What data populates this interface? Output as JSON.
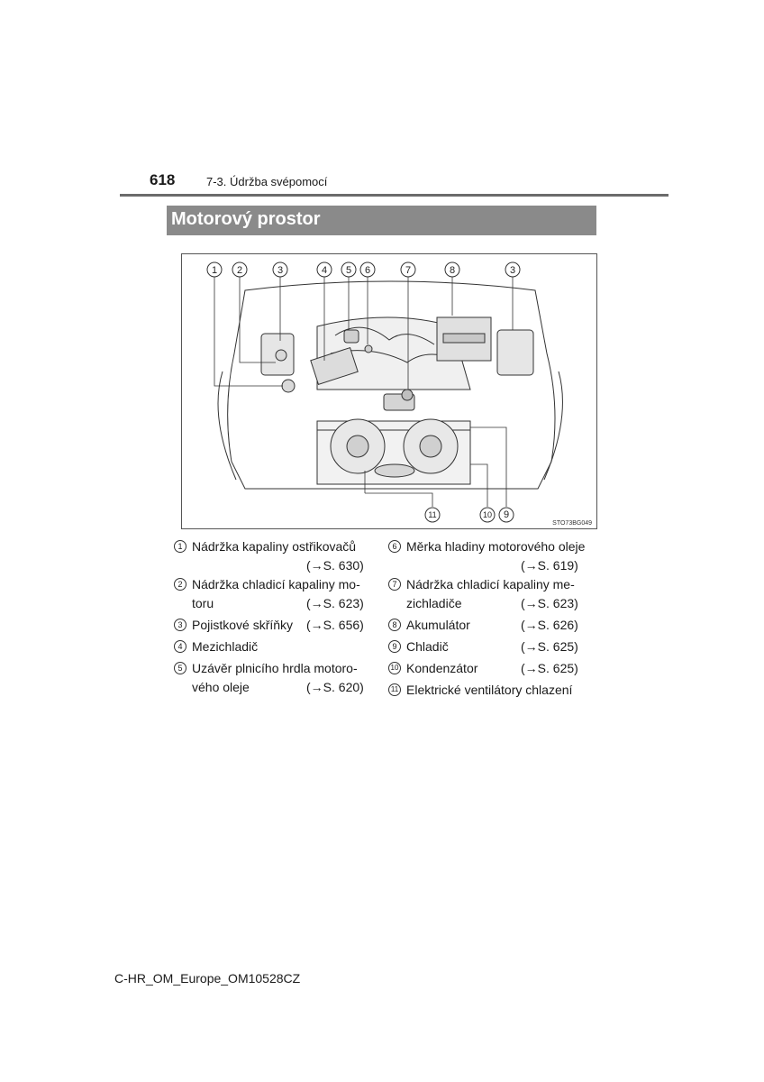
{
  "header": {
    "page_number": "618",
    "chapter": "7-3. Údržba svépomocí"
  },
  "section_title": "Motorový prostor",
  "figure": {
    "code": "STO73BG049",
    "callouts_top": [
      "1",
      "2",
      "3",
      "4",
      "5",
      "6",
      "7",
      "8",
      "3"
    ],
    "callouts_bottom": [
      "11",
      "10",
      "9"
    ]
  },
  "legend": {
    "left": [
      {
        "num": "1",
        "line1": "Nádržka kapaliny ostřikovačů",
        "line2": "",
        "ref": "(→S. 630)"
      },
      {
        "num": "2",
        "line1": "Nádržka chladicí kapaliny mo-",
        "line2": "toru",
        "ref": "(→S. 623)"
      },
      {
        "num": "3",
        "line1": "Pojistkové skříňky",
        "line2": "",
        "ref": "(→S. 656)"
      },
      {
        "num": "4",
        "line1": "Mezichladič",
        "line2": "",
        "ref": ""
      },
      {
        "num": "5",
        "line1": "Uzávěr plnicího hrdla motoro-",
        "line2": "vého oleje",
        "ref": "(→S. 620)"
      }
    ],
    "right": [
      {
        "num": "6",
        "line1": "Měrka hladiny motorového oleje",
        "line2": "",
        "ref": "(→S. 619)"
      },
      {
        "num": "7",
        "line1": "Nádržka chladicí kapaliny me-",
        "line2": "zichladiče",
        "ref": "(→S. 623)"
      },
      {
        "num": "8",
        "line1": "Akumulátor",
        "line2": "",
        "ref": "(→S. 626)"
      },
      {
        "num": "9",
        "line1": "Chladič",
        "line2": "",
        "ref": "(→S. 625)"
      },
      {
        "num": "10",
        "line1": "Kondenzátor",
        "line2": "",
        "ref": "(→S. 625)"
      },
      {
        "num": "11",
        "line1": "Elektrické ventilátory chlazení",
        "line2": "",
        "ref": ""
      }
    ]
  },
  "footer": "C-HR_OM_Europe_OM10528CZ"
}
